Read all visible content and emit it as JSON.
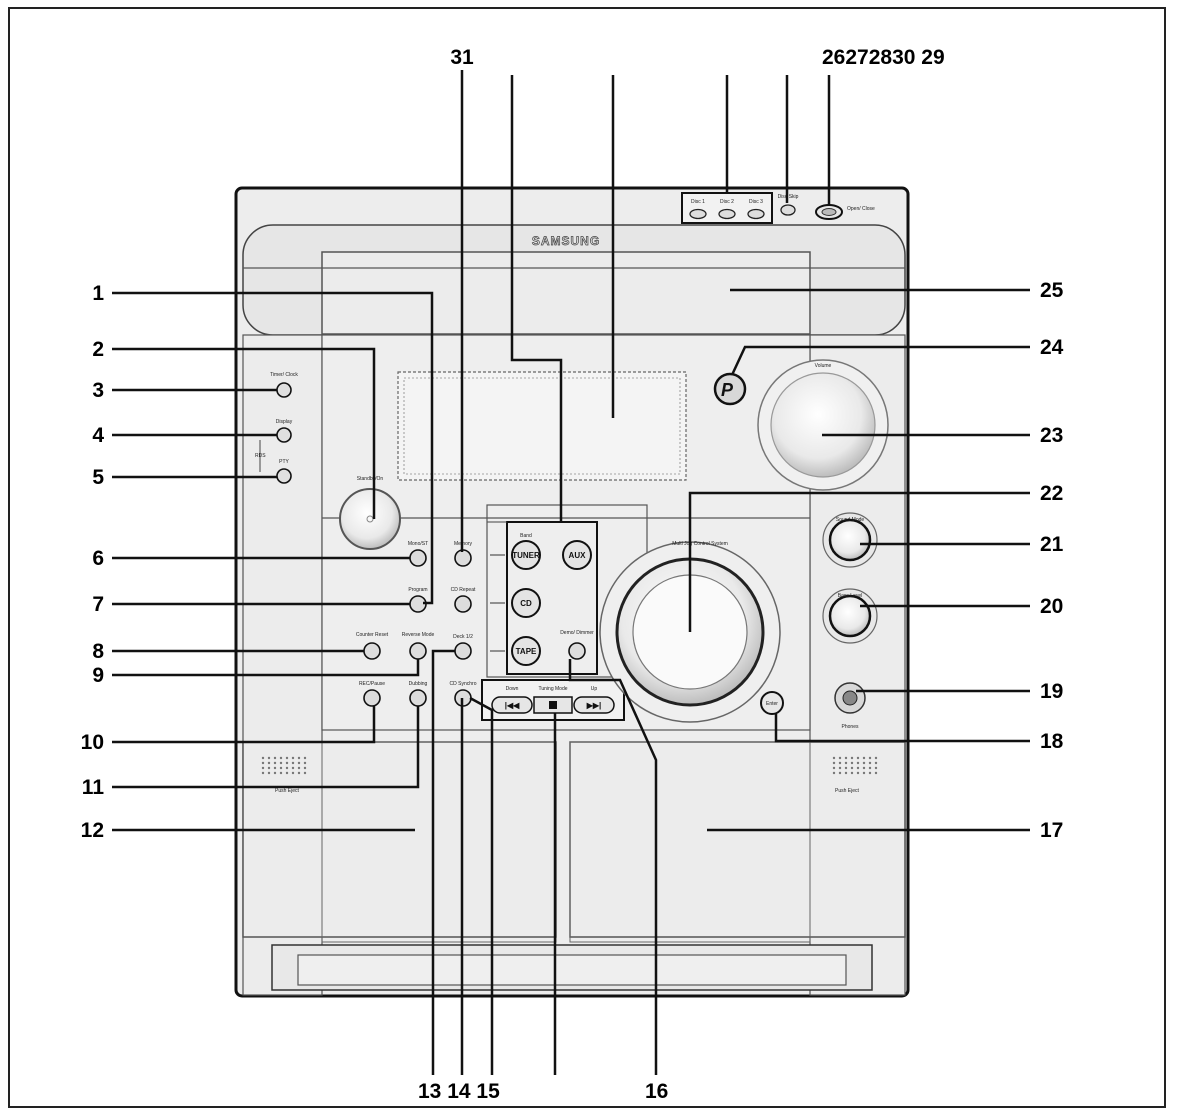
{
  "brand": "SAMSUNG",
  "callouts": {
    "top_group": "26272830 29",
    "n31": "31",
    "n1": "1",
    "n2": "2",
    "n3": "3",
    "n4": "4",
    "n5": "5",
    "n6": "6",
    "n7": "7",
    "n8": "8",
    "n9": "9",
    "n10": "10",
    "n11": "11",
    "n12": "12",
    "bottom_left": "13 14 15",
    "n16": "16",
    "n17": "17",
    "n18": "18",
    "n19": "19",
    "n20": "20",
    "n21": "21",
    "n22": "22",
    "n23": "23",
    "n24": "24",
    "n25": "25"
  },
  "panel_labels": {
    "disc1": "Disc 1",
    "disc2": "Disc 2",
    "disc3": "Disc 3",
    "disc_skip": "Disc Skip",
    "open_close": "Open/ Close",
    "timer_clock": "Timer/ Clock",
    "display": "Display",
    "pty": "PTY",
    "rds": "RDS",
    "standby": "Standby/On",
    "mono_st": "Mono/ST",
    "memory": "Memory",
    "program": "Program",
    "cd_repeat": "CD Repeat",
    "counter_reset": "Counter Reset",
    "reverse_mode": "Reverse Mode",
    "deck12": "Deck 1/2",
    "rec_pause": "REC/Pause",
    "dubbing": "Dubbing",
    "cd_synchro": "CD Synchro",
    "band": "Band",
    "tuner": "TUNER",
    "aux": "AUX",
    "cd": "CD",
    "tape": "TAPE",
    "demo_dimmer": "Demo/ Dimmer",
    "down": "Down",
    "tuning_mode": "Tuning Mode",
    "up": "Up",
    "multi_jog": "Multi Jog Control System",
    "volume": "Volume",
    "sound_mode": "Sound Mode",
    "bass_level": "Bass Level",
    "enter": "Enter",
    "phones": "Phones",
    "push_eject": "Push Eject",
    "p_button": "P"
  }
}
